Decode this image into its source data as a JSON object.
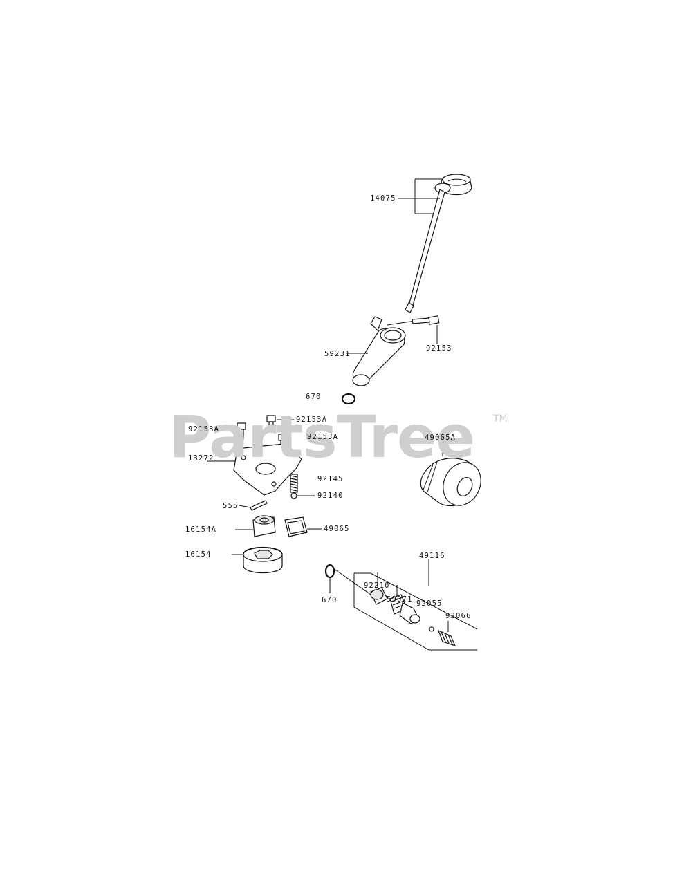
{
  "watermark": {
    "brand": "PartsTree",
    "trademark": "TM"
  },
  "callouts": [
    {
      "id": "14075",
      "text": "14075"
    },
    {
      "id": "92153",
      "text": "92153"
    },
    {
      "id": "59231",
      "text": "59231"
    },
    {
      "id": "670-upper",
      "text": "670"
    },
    {
      "id": "92153A-top",
      "text": "92153A"
    },
    {
      "id": "92153A-left",
      "text": "92153A"
    },
    {
      "id": "92153A-mid",
      "text": "92153A"
    },
    {
      "id": "49065A",
      "text": "49065A"
    },
    {
      "id": "13272",
      "text": "13272"
    },
    {
      "id": "92145",
      "text": "92145"
    },
    {
      "id": "92140",
      "text": "92140"
    },
    {
      "id": "555",
      "text": "555"
    },
    {
      "id": "16154A",
      "text": "16154A"
    },
    {
      "id": "49065",
      "text": "49065"
    },
    {
      "id": "16154",
      "text": "16154"
    },
    {
      "id": "49116",
      "text": "49116"
    },
    {
      "id": "92210",
      "text": "92210"
    },
    {
      "id": "59071",
      "text": "59071"
    },
    {
      "id": "92055",
      "text": "92055"
    },
    {
      "id": "670-lower",
      "text": "670"
    },
    {
      "id": "92066",
      "text": "92066"
    }
  ]
}
